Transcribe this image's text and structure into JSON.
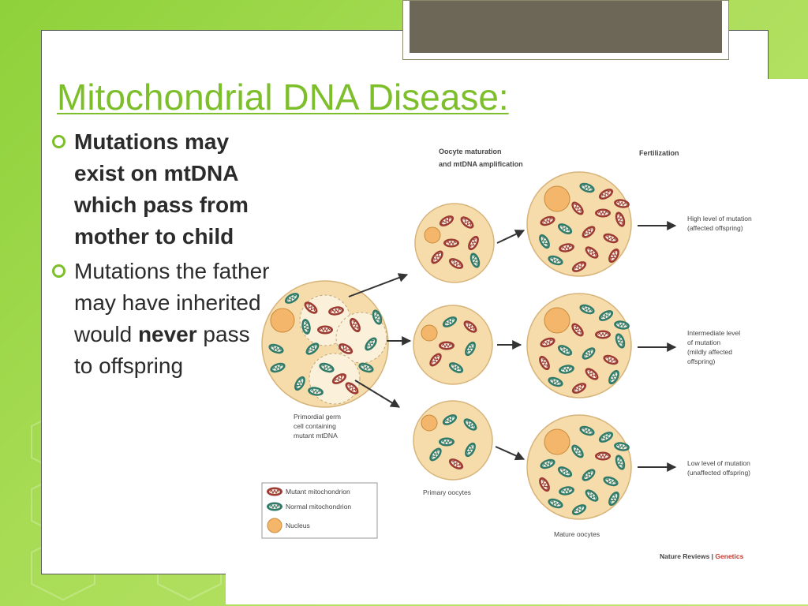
{
  "title": "Mitochondrial DNA Disease:",
  "bullets": {
    "b1": "Mutations may exist on mtDNA which pass from mother to child",
    "b2_pre": "Mutations the father may have inherited would ",
    "b2_bold": "never",
    "b2_post": " pass to offspring"
  },
  "diagram": {
    "stage1": "Oocyte maturation",
    "stage2": "and mtDNA amplification",
    "stage3": "Fertilization",
    "germ1": "Primordial germ",
    "germ2": "cell containing",
    "germ3": "mutant mtDNA",
    "primary": "Primary oocytes",
    "mature": "Mature oocytes",
    "out1a": "High level of mutation",
    "out1b": "(affected offspring)",
    "out2a": "Intermediate level",
    "out2b": "of mutation",
    "out2c": "(mildly affected",
    "out2d": "offspring)",
    "out3a": "Low level of mutation",
    "out3b": "(unaffected offspring)",
    "legend_mutant": "Mutant mitochondrion",
    "legend_normal": "Normal mitochondrion",
    "legend_nucleus": "Nucleus",
    "credit_a": "Nature Reviews | ",
    "credit_b": "Genetics"
  },
  "colors": {
    "accent": "#7dbf2a",
    "mutant": "#9c3b32",
    "normal": "#2f7a68",
    "cell": "#f6dcab",
    "nucleus": "#f3b66a"
  }
}
